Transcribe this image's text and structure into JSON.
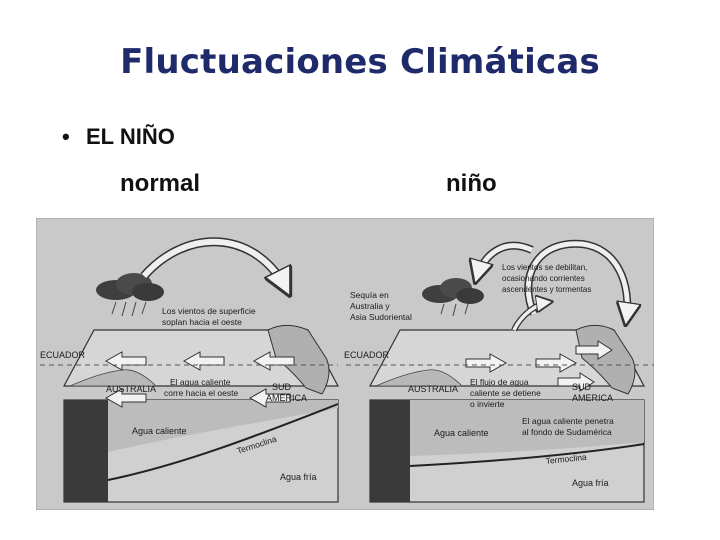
{
  "slide": {
    "title": "Fluctuaciones Climáticas",
    "bullet": "EL NIÑO",
    "label_normal": "normal",
    "label_nino": "niño"
  },
  "figure": {
    "normal": {
      "ecuador": "ECUADOR",
      "australia": "AUSTRALIA",
      "sudamerica_1": "SUD",
      "sudamerica_2": "AMERICA",
      "winds_1": "Los vientos de superficie",
      "winds_2": "soplan hacia el oeste",
      "warm_flow_1": "El agua caliente",
      "warm_flow_2": "corre hacia el oeste",
      "warm_water": "Agua caliente",
      "thermocline": "Termoclina",
      "cold_water": "Agua fría"
    },
    "nino": {
      "ecuador": "ECUADOR",
      "australia": "AUSTRALIA",
      "sudamerica_1": "SUD",
      "sudamerica_2": "AMERICA",
      "drought_1": "Sequía en",
      "drought_2": "Australia y",
      "drought_3": "Asia Sudoriental",
      "winds_1": "Los vientos se debilitan,",
      "winds_2": "ocasionando corrientes",
      "winds_3": "ascendentes y tormentas",
      "flow_1": "El flujo de agua",
      "flow_2": "caliente se detiene",
      "flow_3": "o invierte",
      "warm_penetrates_1": "El agua caliente penetra",
      "warm_penetrates_2": "al fondo de Sudamérica",
      "warm_water": "Agua caliente",
      "thermocline": "Termoclina",
      "cold_water": "Agua fría"
    }
  },
  "colors": {
    "title": "#1f2a6b",
    "figure_background": "#c9c9c9"
  }
}
